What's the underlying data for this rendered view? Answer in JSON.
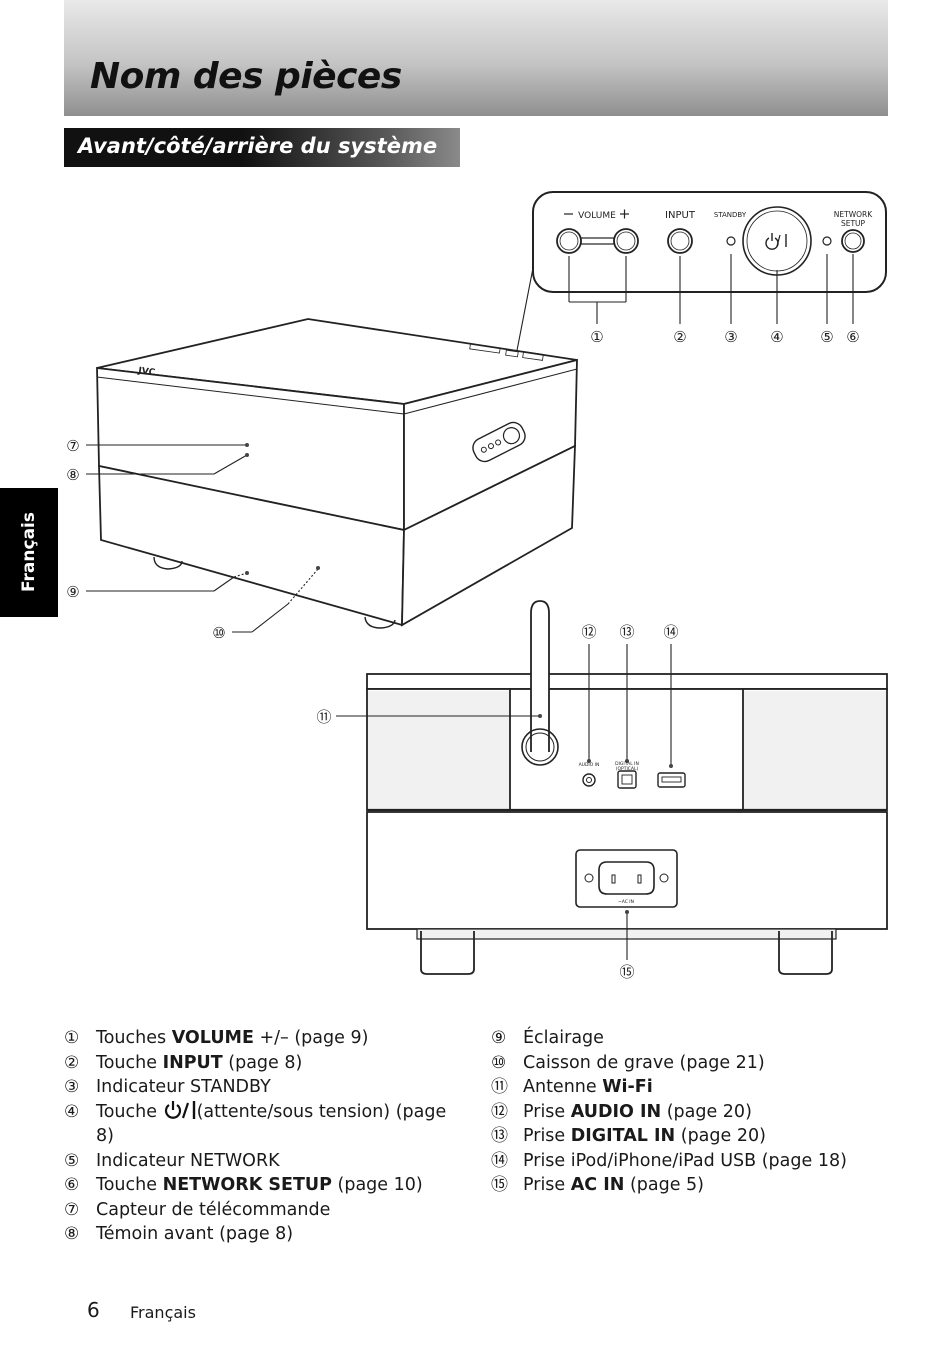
{
  "header": {
    "title": "Nom des pièces",
    "section": "Avant/côté/arrière du système",
    "side_tab": "Français"
  },
  "panel_labels": {
    "volume": "VOLUME",
    "minus": "–",
    "plus": "+",
    "input": "INPUT",
    "standby": "STANDBY",
    "power_symbol": "⏻/|",
    "network_line1": "NETWORK",
    "network_line2": "SETUP",
    "audio_in": "AUDIO IN",
    "digital_in_line1": "DIGITAL IN",
    "digital_in_line2": "(OPTICAL)",
    "ac_in": "~AC IN",
    "brand": "JVC"
  },
  "callouts": [
    "①",
    "②",
    "③",
    "④",
    "⑤",
    "⑥",
    "⑦",
    "⑧",
    "⑨",
    "⑩",
    "⑪",
    "⑫",
    "⑬",
    "⑭",
    "⑮"
  ],
  "legend_left": [
    {
      "num": "①",
      "pre": "Touches ",
      "bold": "VOLUME",
      "post": " +/– (page 9)"
    },
    {
      "num": "②",
      "pre": "Touche ",
      "bold": "INPUT",
      "post": " (page 8)"
    },
    {
      "num": "③",
      "pre": "Indicateur STANDBY",
      "bold": "",
      "post": ""
    },
    {
      "num": "④",
      "pre": "Touche ",
      "bold": "",
      "post": "(attente/sous tension) (page 8)"
    },
    {
      "num": "⑤",
      "pre": "Indicateur NETWORK",
      "bold": "",
      "post": ""
    },
    {
      "num": "⑥",
      "pre": "Touche ",
      "bold": "NETWORK SETUP",
      "post": " (page 10)"
    },
    {
      "num": "⑦",
      "pre": "Capteur de télécommande",
      "bold": "",
      "post": ""
    },
    {
      "num": "⑧",
      "pre": "Témoin avant (page 8)",
      "bold": "",
      "post": ""
    }
  ],
  "legend_right": [
    {
      "num": "⑨",
      "pre": "Éclairage",
      "bold": "",
      "post": ""
    },
    {
      "num": "⑩",
      "pre": "Caisson de grave (page 21)",
      "bold": "",
      "post": ""
    },
    {
      "num": "⑪",
      "pre": "Antenne ",
      "bold": "Wi-Fi",
      "post": ""
    },
    {
      "num": "⑫",
      "pre": "Prise ",
      "bold": "AUDIO IN",
      "post": " (page 20)"
    },
    {
      "num": "⑬",
      "pre": "Prise ",
      "bold": "DIGITAL IN",
      "post": " (page 20)"
    },
    {
      "num": "⑭",
      "pre": "Prise iPod/iPhone/iPad USB (page 18)",
      "bold": "",
      "post": ""
    },
    {
      "num": "⑮",
      "pre": "Prise ",
      "bold": "AC IN",
      "post": " (page 5)"
    }
  ],
  "footer": {
    "page_number": "6",
    "language": "Français"
  }
}
